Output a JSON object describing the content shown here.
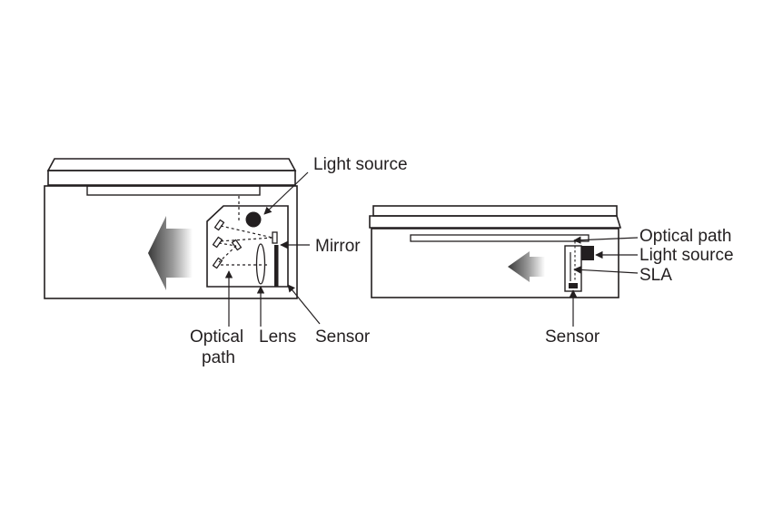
{
  "left_scanner": {
    "labels": {
      "light_source": "Light source",
      "mirror": "Mirror",
      "optical_path_line1": "Optical",
      "optical_path_line2": "path",
      "lens": "Lens",
      "sensor": "Sensor"
    }
  },
  "right_scanner": {
    "labels": {
      "optical_path": "Optical path",
      "light_source": "Light source",
      "sla": "SLA",
      "sensor": "Sensor"
    }
  },
  "colors": {
    "ink": "#231f20",
    "body_fill": "#ffffff"
  }
}
